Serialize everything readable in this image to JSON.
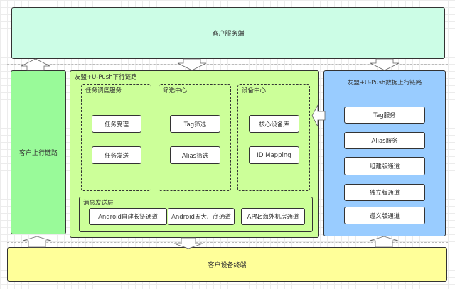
{
  "colors": {
    "server": "#ccfde6",
    "client_uplink": "#99fa99",
    "downlink": "#ccff99",
    "data_uplink": "#99ccff",
    "device": "#ffff99",
    "node": "#ffffff",
    "border": "#333333"
  },
  "server": {
    "label": "客户服务端"
  },
  "client_uplink": {
    "label": "客户上行链路"
  },
  "downlink": {
    "title": "友盟+U-Push下行链路",
    "groups": [
      {
        "title": "任务调度服务",
        "items": [
          "任务受理",
          "任务发送"
        ]
      },
      {
        "title": "筛选中心",
        "items": [
          "Tag筛选",
          "Alias筛选"
        ]
      },
      {
        "title": "设备中心",
        "items": [
          "核心设备库",
          "ID Mapping"
        ]
      }
    ],
    "message_layer": {
      "title": "消息发送层",
      "items": [
        "Android自建长链通道",
        "Android五大厂商通道",
        "APNs海外机房通道"
      ]
    }
  },
  "data_uplink": {
    "title": "友盟+U-Push数据上行链路",
    "items": [
      "Tag服务",
      "Alias服务",
      "组建版通道",
      "独立版通道",
      "遵义版通道"
    ]
  },
  "device": {
    "label": "客户设备终端"
  },
  "arrows": [
    {
      "name": "client-uplink-to-server",
      "direction": "up"
    },
    {
      "name": "server-to-downlink",
      "direction": "down"
    },
    {
      "name": "server-to-data-uplink",
      "direction": "down"
    },
    {
      "name": "data-uplink-to-downlink",
      "direction": "left"
    },
    {
      "name": "device-to-client-uplink",
      "direction": "up"
    },
    {
      "name": "downlink-to-device",
      "direction": "down"
    },
    {
      "name": "device-to-data-uplink",
      "direction": "up"
    }
  ]
}
